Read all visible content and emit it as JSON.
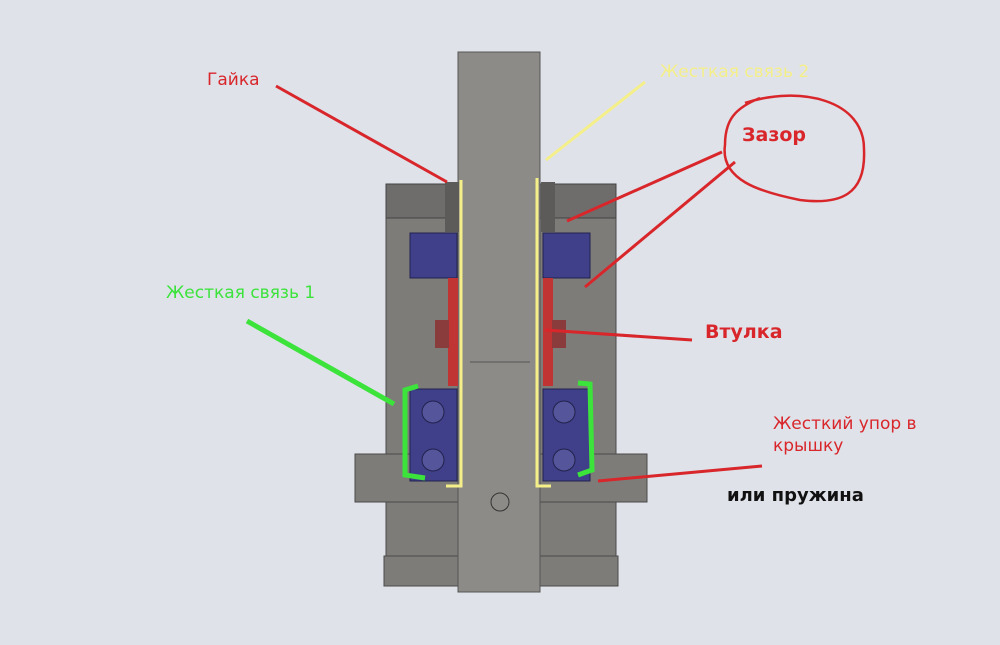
{
  "labels": {
    "nut": "Гайка",
    "rigid_link_2": "Жесткая связь 2",
    "gap": "Зазор",
    "rigid_link_1": "Жесткая связь 1",
    "sleeve": "Втулка",
    "hard_stop_line1": "Жесткий упор в",
    "hard_stop_line2": "крышку",
    "or_spring": "или пружина"
  },
  "colors": {
    "background": "#dfe2e8",
    "body": "#7e7c79",
    "bearing": "#3f3f8a",
    "annotation_red": "#d8262b",
    "annotation_yellow": "#f5ef8a",
    "annotation_green": "#3be33b"
  }
}
